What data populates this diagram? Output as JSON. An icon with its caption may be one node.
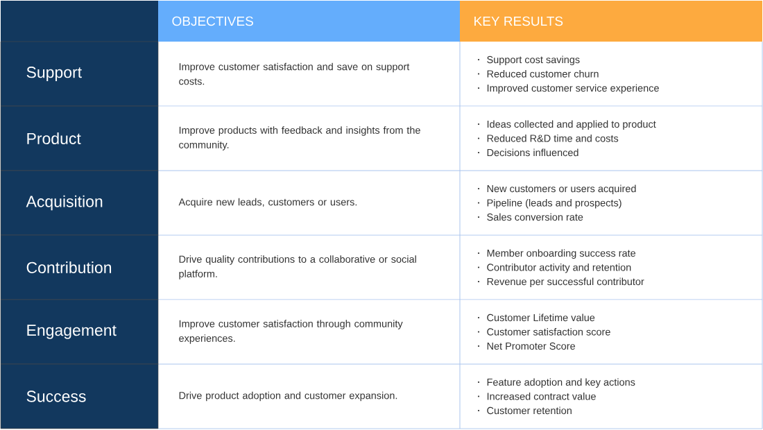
{
  "diagram": {
    "labels": [
      "OBJECTIVES",
      "KEY RESULTS",
      "Support",
      "Improve customer satisfaction and save on support costs.",
      "Support cost savings",
      "Reduced customer churn",
      "Improved customer service experience",
      "Product",
      "Improve products with feedback and insights from the community.",
      "Ideas collected and applied to product",
      "Reduced R&D time and costs",
      "Decisions influenced",
      "Acquisition",
      "Acquire new leads, customers or users.",
      "New customers or users acquired",
      "Pipeline (leads and prospects)",
      "Sales conversion rate",
      "Contribution",
      "Drive quality contributions to a collaborative or social platform.",
      "Member onboarding success rate",
      "Contributor activity and retention",
      "Revenue per successful contributor",
      "Engagement",
      "Improve customer satisfaction through community experiences.",
      "Customer Lifetime value",
      "Customer satisfaction score",
      "Net Promoter Score",
      "Success",
      "Drive product adoption and customer expansion.",
      "Feature adoption and key actions",
      "Increased contract value",
      "Customer retention"
    ]
  }
}
